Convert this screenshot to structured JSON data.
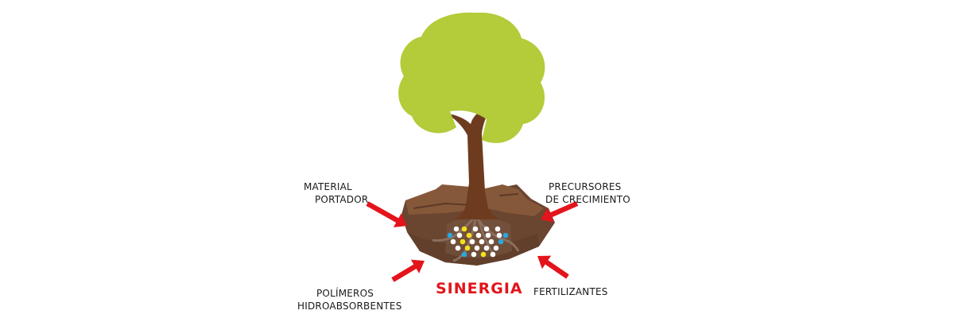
{
  "colors": {
    "canopy": "#b4cb3a",
    "trunk": "#6e3b1e",
    "soil_dark": "#6a4530",
    "soil_light": "#86583a",
    "arrow": "#e3141b",
    "title": "#e3141b",
    "label": "#1a1a1a",
    "bead_white": "#ffffff",
    "bead_yellow": "#f1e21c",
    "bead_blue": "#2aa8dc"
  },
  "labels": {
    "material_portador": [
      "MATERIAL",
      "PORTADOR"
    ],
    "precursores": [
      "PRECURSORES",
      "DE CRECIMIENTO"
    ],
    "polimeros": [
      "POLÍMEROS",
      "HIDROABSORBENTES"
    ],
    "fertilizantes": [
      "FERTILIZANTES"
    ]
  },
  "title": "SINERGIA",
  "icons": {
    "tree": "tree-icon",
    "soil": "soil-chunk-icon",
    "arrow": "arrow-icon",
    "bead": "bead-icon"
  }
}
